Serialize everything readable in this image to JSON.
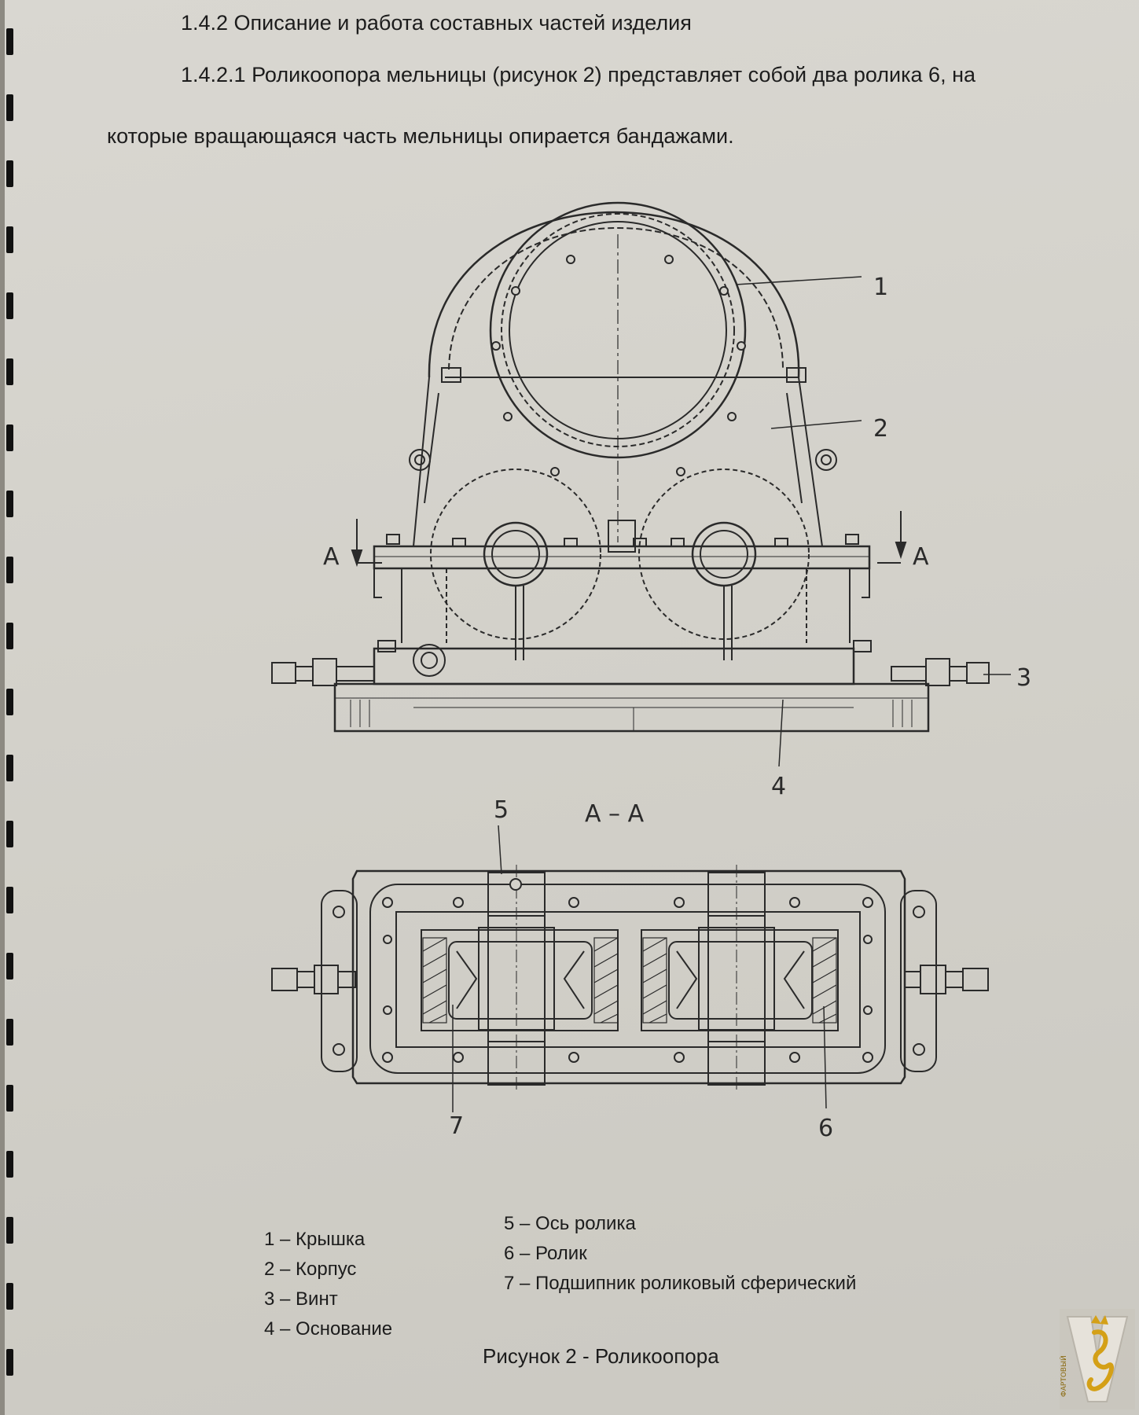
{
  "section": {
    "heading": "1.4.2 Описание и работа составных частей изделия",
    "paragraph_line1": "1.4.2.1 Роликоопора мельницы (рисунок 2) представляет собой два ролика 6, на",
    "paragraph_line2": "которые вращающаяся часть мельницы опирается бандажами."
  },
  "figure": {
    "labels": {
      "n1": "1",
      "n2": "2",
      "n3": "3",
      "n4": "4",
      "n5": "5",
      "n6": "6",
      "n7": "7",
      "sectionLeft": "А",
      "sectionRight": "А",
      "sectionTitle": "А – А"
    },
    "legend_left": [
      "1 – Крышка",
      "2 – Корпус",
      "3 – Винт",
      "4 – Основание"
    ],
    "legend_right": [
      "5 – Ось ролика",
      "6 – Ролик",
      "7 – Подшипник роликовый сферический"
    ],
    "caption": "Рисунок 2 - Роликоопора"
  },
  "watermark": {
    "text": "ФАРТОВЫЙ",
    "accent": "#d4a017"
  }
}
